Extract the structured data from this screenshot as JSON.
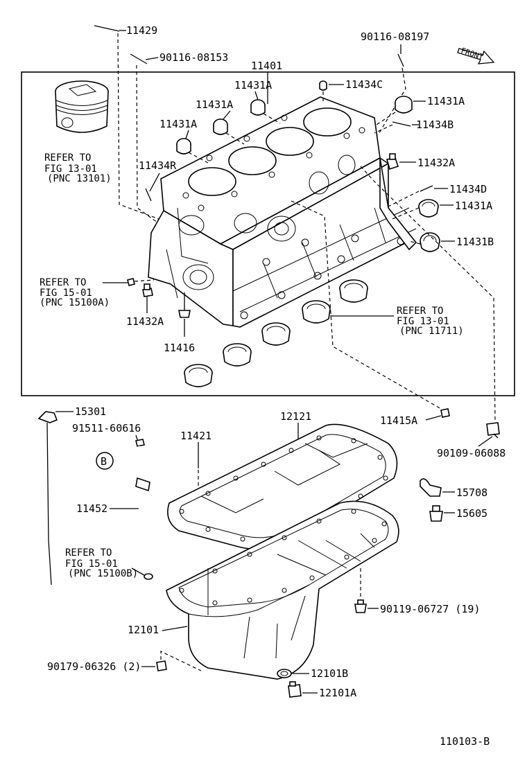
{
  "diagram": {
    "figure_code": "110103-B",
    "front_label": "FRONT",
    "circle_letter": "B",
    "part_labels": [
      {
        "id": "p11429",
        "text": "11429"
      },
      {
        "id": "p90116_08153",
        "text": "90116-08153"
      },
      {
        "id": "p90116_08197",
        "text": "90116-08197"
      },
      {
        "id": "p11401",
        "text": "11401"
      },
      {
        "id": "p11431A_1",
        "text": "11431A"
      },
      {
        "id": "p11434C",
        "text": "11434C"
      },
      {
        "id": "p11431A_2",
        "text": "11431A"
      },
      {
        "id": "p11431A_3",
        "text": "11431A"
      },
      {
        "id": "p11431A_4",
        "text": "11431A"
      },
      {
        "id": "p11434B",
        "text": "11434B"
      },
      {
        "id": "p11432A_1",
        "text": "11432A"
      },
      {
        "id": "p11434R",
        "text": "11434R"
      },
      {
        "id": "p11434D",
        "text": "11434D"
      },
      {
        "id": "p11431A_5",
        "text": "11431A"
      },
      {
        "id": "p11431B",
        "text": "11431B"
      },
      {
        "id": "p11432A_2",
        "text": "11432A"
      },
      {
        "id": "p11416",
        "text": "11416"
      },
      {
        "id": "p15301",
        "text": "15301"
      },
      {
        "id": "p12121",
        "text": "12121"
      },
      {
        "id": "p11415A",
        "text": "11415A"
      },
      {
        "id": "p91511_60616",
        "text": "91511-60616"
      },
      {
        "id": "p11421",
        "text": "11421"
      },
      {
        "id": "p90109_06088",
        "text": "90109-06088"
      },
      {
        "id": "p15708",
        "text": "15708"
      },
      {
        "id": "p11452",
        "text": "11452"
      },
      {
        "id": "p15605",
        "text": "15605"
      },
      {
        "id": "p90119_06727",
        "text": "90119-06727 (19)"
      },
      {
        "id": "p12101",
        "text": "12101"
      },
      {
        "id": "p90179_06326",
        "text": "90179-06326 (2)"
      },
      {
        "id": "p12101B",
        "text": "12101B"
      },
      {
        "id": "p12101A",
        "text": "12101A"
      }
    ],
    "references": [
      {
        "id": "ref13101",
        "lines": [
          "REFER TO",
          "FIG 13-01",
          "(PNC 13101)"
        ]
      },
      {
        "id": "ref15100A",
        "lines": [
          "REFER TO",
          "FIG 15-01",
          "(PNC 15100A)"
        ]
      },
      {
        "id": "ref11711",
        "lines": [
          "REFER TO",
          "FIG 13-01",
          "(PNC 11711)"
        ]
      },
      {
        "id": "ref15100B",
        "lines": [
          "REFER TO",
          "FIG 15-01",
          "(PNC 15100B)"
        ]
      }
    ]
  }
}
